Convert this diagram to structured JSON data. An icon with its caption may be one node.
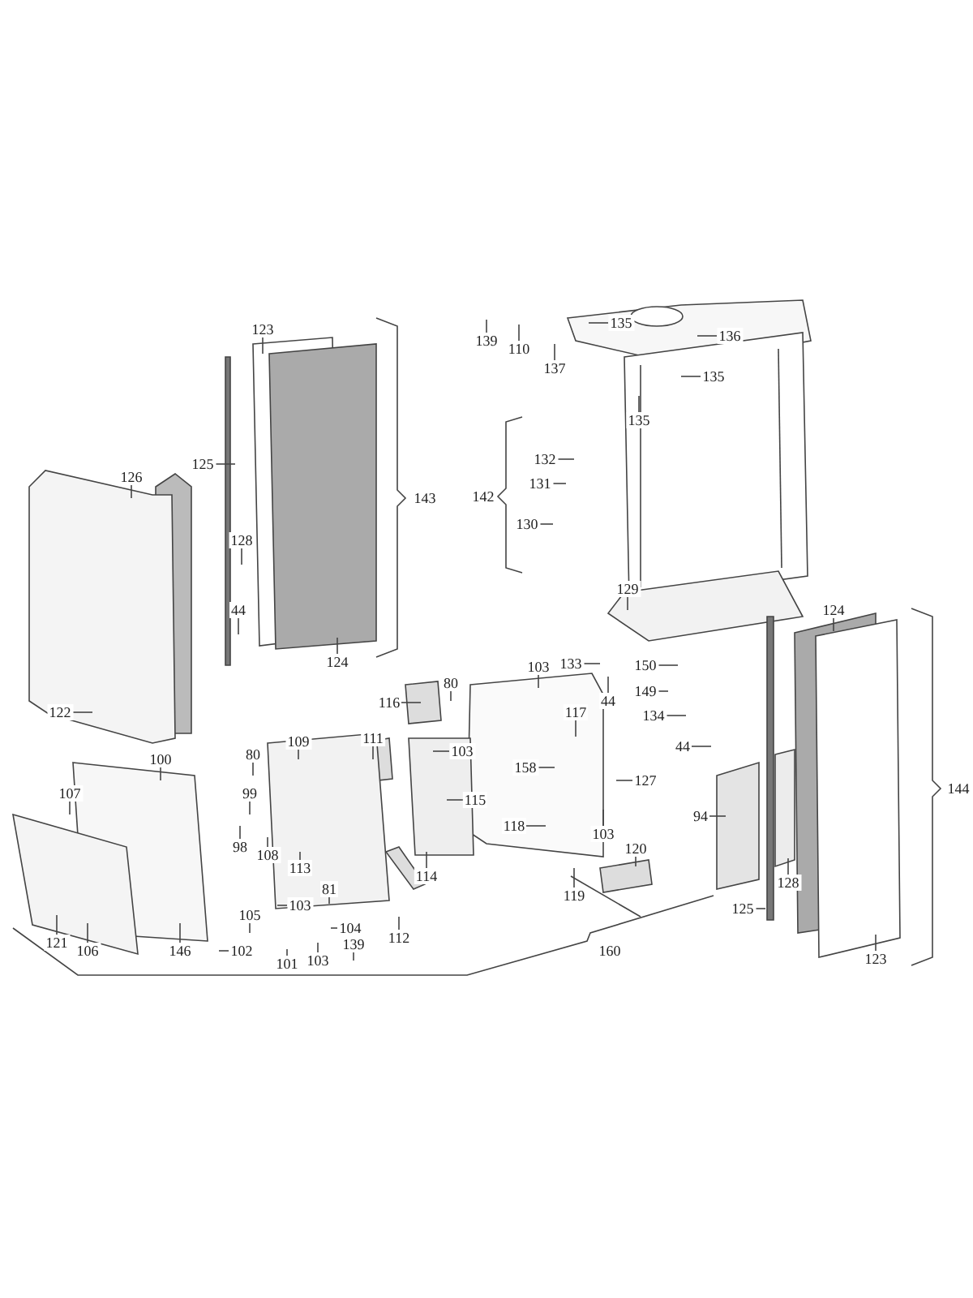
{
  "diagram": {
    "nodes": [
      {
        "text": [
          "135"
        ]
      },
      {
        "text": [
          "123"
        ]
      },
      {
        "text": [
          "136"
        ]
      },
      {
        "text": [
          "139"
        ]
      },
      {
        "text": [
          "110"
        ]
      },
      {
        "text": [
          "137"
        ]
      },
      {
        "text": [
          "135"
        ]
      },
      {
        "text": [
          "135"
        ]
      },
      {
        "text": [
          "132"
        ]
      },
      {
        "text": [
          "125"
        ]
      },
      {
        "text": [
          "126"
        ]
      },
      {
        "text": [
          "131"
        ]
      },
      {
        "text": [
          "130"
        ]
      },
      {
        "text": [
          "128"
        ]
      },
      {
        "text": [
          "129"
        ]
      },
      {
        "text": [
          "44"
        ]
      },
      {
        "text": [
          "124"
        ]
      },
      {
        "text": [
          "124"
        ]
      },
      {
        "text": [
          "133"
        ]
      },
      {
        "text": [
          "103"
        ]
      },
      {
        "text": [
          "150"
        ]
      },
      {
        "text": [
          "80"
        ]
      },
      {
        "text": [
          "149"
        ]
      },
      {
        "text": [
          "44"
        ]
      },
      {
        "text": [
          "116"
        ]
      },
      {
        "text": [
          "134"
        ]
      },
      {
        "text": [
          "122"
        ]
      },
      {
        "text": [
          "117"
        ]
      },
      {
        "text": [
          "111"
        ]
      },
      {
        "text": [
          "109"
        ]
      },
      {
        "text": [
          "44"
        ]
      },
      {
        "text": [
          "103"
        ]
      },
      {
        "text": [
          "80"
        ]
      },
      {
        "text": [
          "100"
        ]
      },
      {
        "text": [
          "158"
        ]
      },
      {
        "text": [
          "127"
        ]
      },
      {
        "text": [
          "107"
        ]
      },
      {
        "text": [
          "99"
        ]
      },
      {
        "text": [
          "115"
        ]
      },
      {
        "text": [
          "94"
        ]
      },
      {
        "text": [
          "118"
        ]
      },
      {
        "text": [
          "103"
        ]
      },
      {
        "text": [
          "98"
        ]
      },
      {
        "text": [
          "120"
        ]
      },
      {
        "text": [
          "108"
        ]
      },
      {
        "text": [
          "113"
        ]
      },
      {
        "text": [
          "114"
        ]
      },
      {
        "text": [
          "128"
        ]
      },
      {
        "text": [
          "81"
        ]
      },
      {
        "text": [
          "119"
        ]
      },
      {
        "text": [
          "103"
        ]
      },
      {
        "text": [
          "125"
        ]
      },
      {
        "text": [
          "105"
        ]
      },
      {
        "text": [
          "104"
        ]
      },
      {
        "text": [
          "112"
        ]
      },
      {
        "text": [
          "139"
        ]
      },
      {
        "text": [
          "121"
        ]
      },
      {
        "text": [
          "146"
        ]
      },
      {
        "text": [
          "102"
        ]
      },
      {
        "text": [
          "106"
        ]
      },
      {
        "text": [
          "103"
        ]
      },
      {
        "text": [
          "101"
        ]
      },
      {
        "text": [
          "123"
        ]
      }
    ],
    "edges": [
      {
        "from": 0,
        "to": null,
        "arrow": "none"
      },
      {
        "from": 1,
        "to": null,
        "arrow": "none"
      },
      {
        "from": 2,
        "to": null,
        "arrow": "none"
      },
      {
        "from": 3,
        "to": null,
        "arrow": "none"
      },
      {
        "from": 4,
        "to": null,
        "arrow": "none"
      },
      {
        "from": 5,
        "to": null,
        "arrow": "none"
      },
      {
        "from": 6,
        "to": null,
        "arrow": "none"
      },
      {
        "from": 7,
        "to": null,
        "arrow": "none"
      },
      {
        "from": 8,
        "to": null,
        "arrow": "none"
      },
      {
        "from": 9,
        "to": null,
        "arrow": "none"
      },
      {
        "from": 10,
        "to": null,
        "arrow": "none"
      },
      {
        "from": 11,
        "to": null,
        "arrow": "none"
      },
      {
        "from": 12,
        "to": null,
        "arrow": "none"
      },
      {
        "from": 13,
        "to": null,
        "arrow": "none"
      },
      {
        "from": 14,
        "to": null,
        "arrow": "none"
      },
      {
        "from": 15,
        "to": null,
        "arrow": "none"
      },
      {
        "from": 16,
        "to": null,
        "arrow": "none"
      },
      {
        "from": 17,
        "to": null,
        "arrow": "none"
      },
      {
        "from": 18,
        "to": null,
        "arrow": "none"
      },
      {
        "from": 19,
        "to": null,
        "arrow": "none"
      },
      {
        "from": 20,
        "to": null,
        "arrow": "none"
      },
      {
        "from": 21,
        "to": null,
        "arrow": "none"
      },
      {
        "from": 22,
        "to": null,
        "arrow": "none"
      },
      {
        "from": 23,
        "to": null,
        "arrow": "none"
      },
      {
        "from": 24,
        "to": null,
        "arrow": "none"
      },
      {
        "from": 25,
        "to": null,
        "arrow": "none"
      },
      {
        "from": 26,
        "to": null,
        "arrow": "none"
      },
      {
        "from": 27,
        "to": null,
        "arrow": "none"
      },
      {
        "from": 28,
        "to": null,
        "arrow": "none"
      },
      {
        "from": 29,
        "to": null,
        "arrow": "none"
      },
      {
        "from": 30,
        "to": null,
        "arrow": "none"
      },
      {
        "from": 31,
        "to": null,
        "arrow": "none"
      },
      {
        "from": 32,
        "to": null,
        "arrow": "none"
      },
      {
        "from": 33,
        "to": null,
        "arrow": "none"
      },
      {
        "from": 34,
        "to": null,
        "arrow": "none"
      },
      {
        "from": 35,
        "to": null,
        "arrow": "none"
      },
      {
        "from": 36,
        "to": null,
        "arrow": "none"
      },
      {
        "from": 37,
        "to": null,
        "arrow": "none"
      },
      {
        "from": 38,
        "to": null,
        "arrow": "none"
      },
      {
        "from": 39,
        "to": null,
        "arrow": "none"
      },
      {
        "from": 40,
        "to": null,
        "arrow": "none"
      },
      {
        "from": 41,
        "to": null,
        "arrow": "none"
      },
      {
        "from": 42,
        "to": null,
        "arrow": "none"
      },
      {
        "from": 43,
        "to": null,
        "arrow": "none"
      },
      {
        "from": 44,
        "to": null,
        "arrow": "none"
      },
      {
        "from": 45,
        "to": null,
        "arrow": "none"
      },
      {
        "from": 46,
        "to": null,
        "arrow": "none"
      },
      {
        "from": 47,
        "to": null,
        "arrow": "none"
      },
      {
        "from": 48,
        "to": null,
        "arrow": "none"
      },
      {
        "from": 49,
        "to": null,
        "arrow": "none"
      },
      {
        "from": 50,
        "to": null,
        "arrow": "none"
      },
      {
        "from": 51,
        "to": null,
        "arrow": "none"
      },
      {
        "from": 52,
        "to": null,
        "arrow": "none"
      },
      {
        "from": 53,
        "to": null,
        "arrow": "none"
      },
      {
        "from": 54,
        "to": null,
        "arrow": "none"
      },
      {
        "from": 55,
        "to": null,
        "arrow": "none"
      },
      {
        "from": 56,
        "to": null,
        "arrow": "none"
      },
      {
        "from": 57,
        "to": null,
        "arrow": "none"
      },
      {
        "from": 58,
        "to": null,
        "arrow": "none"
      },
      {
        "from": 59,
        "to": null,
        "arrow": "none"
      },
      {
        "from": 60,
        "to": null,
        "arrow": "none"
      },
      {
        "from": 61,
        "to": null,
        "arrow": "none"
      },
      {
        "from": 62,
        "to": null,
        "arrow": "none"
      }
    ],
    "labels": [
      "143",
      "142",
      "144",
      "160"
    ]
  }
}
